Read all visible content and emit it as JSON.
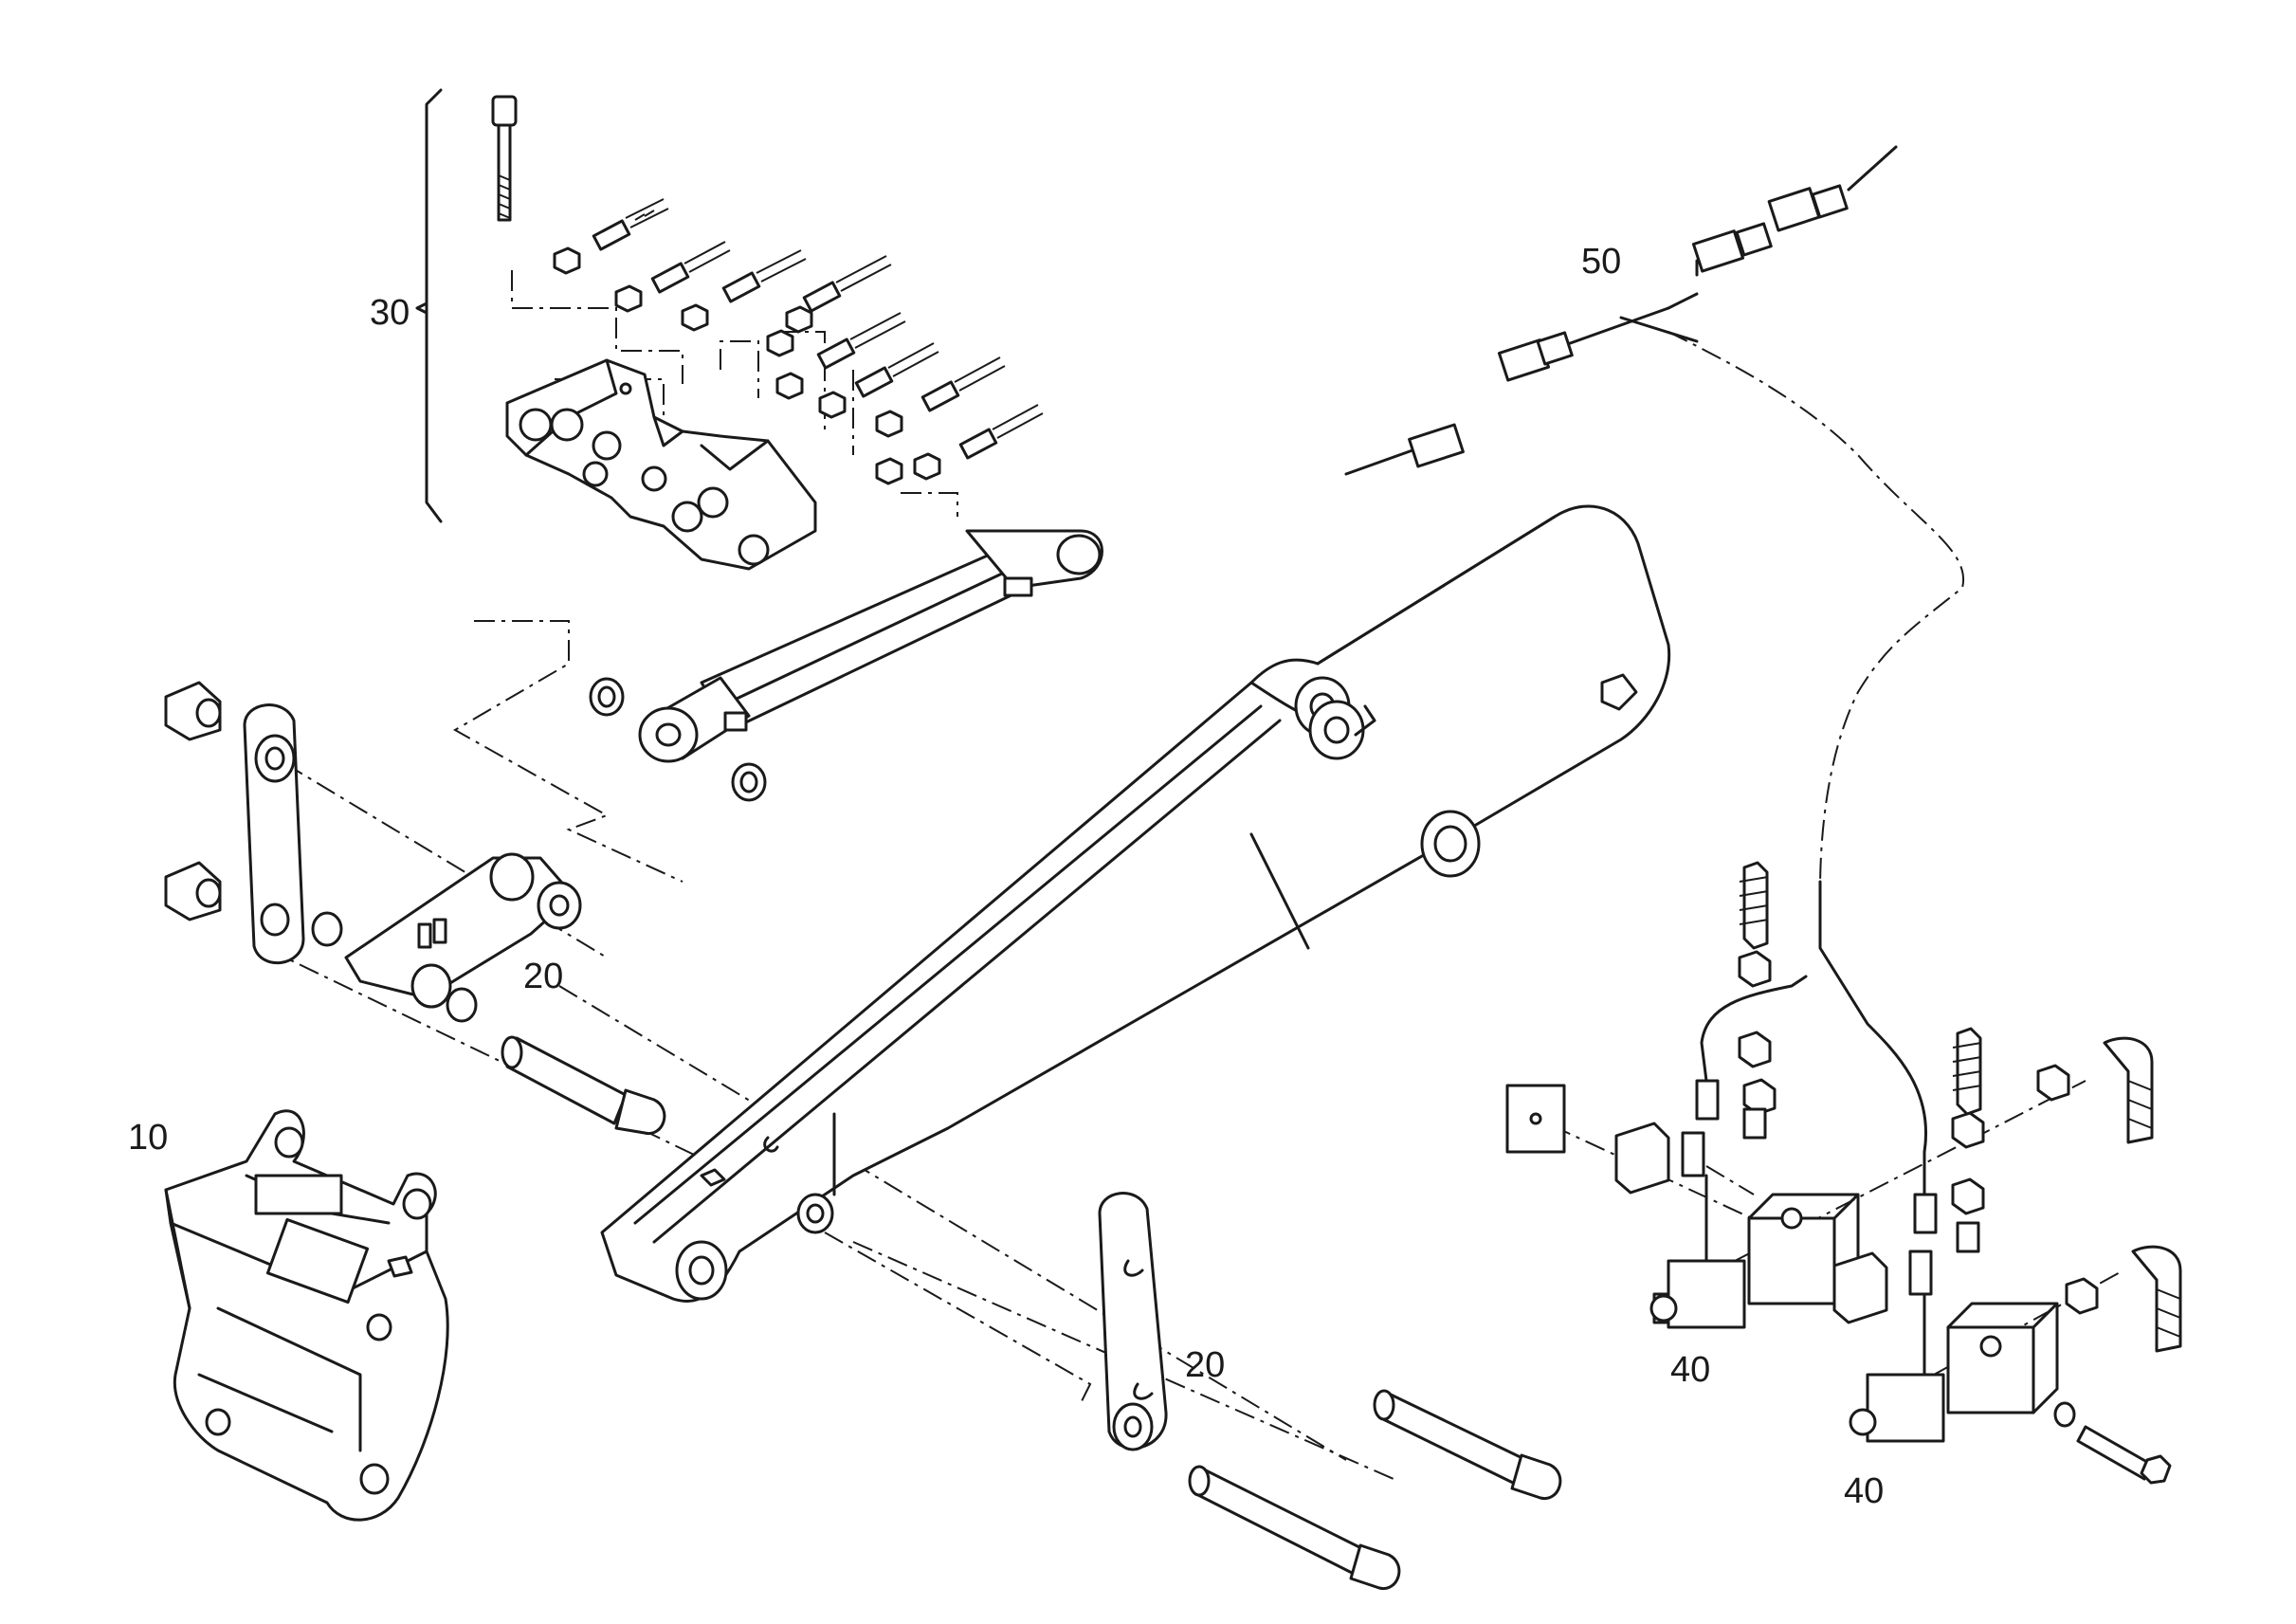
{
  "diagram": {
    "type": "exploded-parts-view",
    "callouts": [
      {
        "id": "callout-10",
        "text": "10"
      },
      {
        "id": "callout-20a",
        "text": "20"
      },
      {
        "id": "callout-20b",
        "text": "20"
      },
      {
        "id": "callout-30",
        "text": "30"
      },
      {
        "id": "callout-40a",
        "text": "40"
      },
      {
        "id": "callout-40b",
        "text": "40"
      },
      {
        "id": "callout-50",
        "text": "50"
      }
    ]
  }
}
